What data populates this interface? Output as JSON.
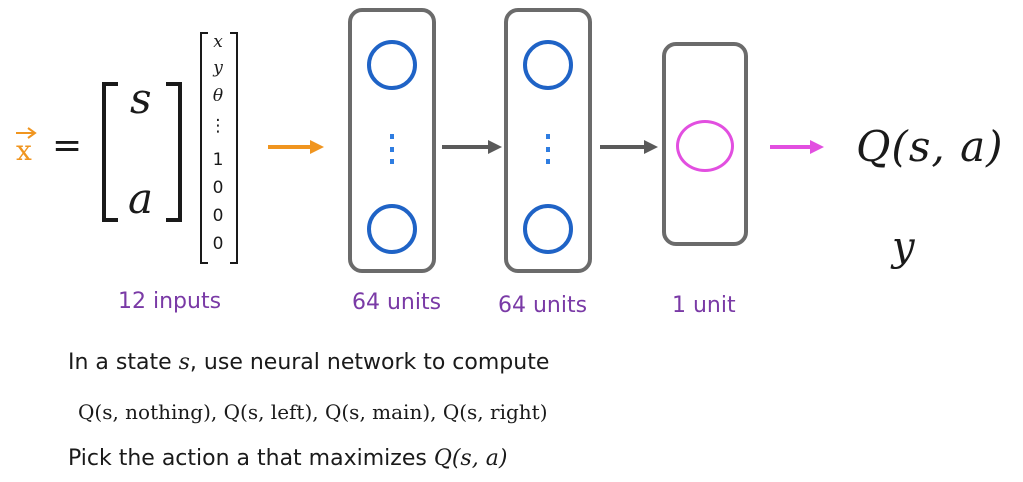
{
  "input": {
    "xvec": "x",
    "equals": "=",
    "s": "s",
    "a": "a",
    "vector": [
      "x",
      "y",
      "θ",
      "⋮",
      "1",
      "0",
      "0",
      "0"
    ],
    "label": "12 inputs"
  },
  "layers": [
    {
      "label": "64 units",
      "dots": "⋮"
    },
    {
      "label": "64 units",
      "dots": "⋮"
    },
    {
      "label": "1 unit"
    }
  ],
  "output": {
    "q": "Q(s, a)",
    "y": "y"
  },
  "text": {
    "line1_prefix": "In a state ",
    "line1_var": "s",
    "line1_suffix": ", use neural network to compute",
    "line2": "Q(s, nothing), Q(s, left), Q(s, main), Q(s, right)",
    "line3_prefix": "Pick the action a that maximizes ",
    "line3_math": "Q(s, a)"
  },
  "colors": {
    "orange": "#f0951f",
    "purple": "#7a3aa6",
    "magenta": "#e24fe0",
    "blue": "#1f63c6",
    "gray_arrow": "#5a5a5a"
  }
}
